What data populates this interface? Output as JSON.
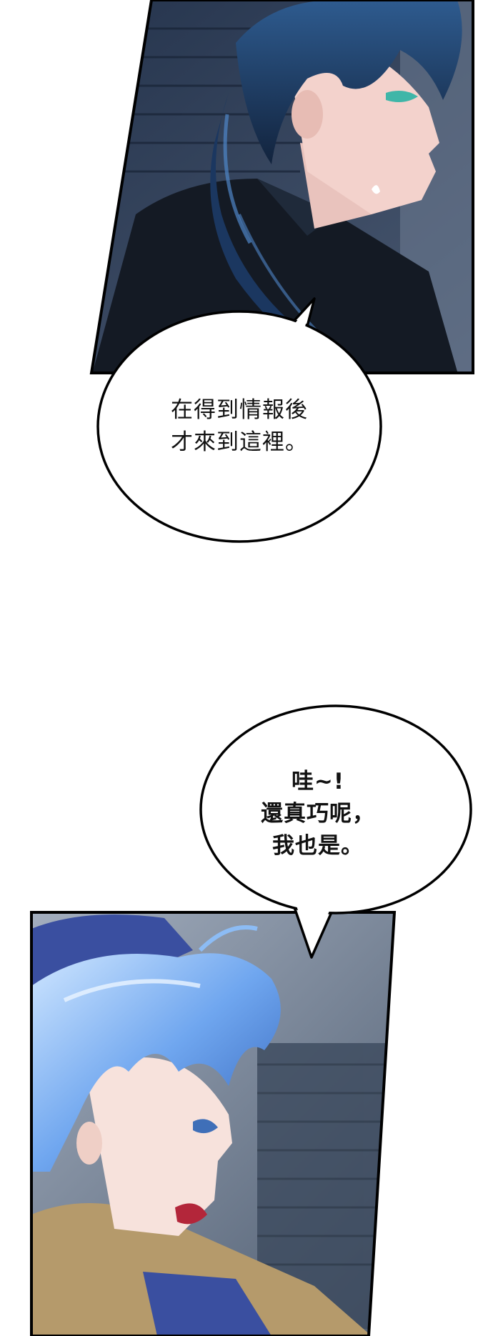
{
  "panels": {
    "top": {
      "character": "long-haired-swordsman",
      "palette": {
        "hair": "#1c3b63",
        "skin": "#f3d2cc",
        "coat": "#141a24",
        "wall": "#2b3a52"
      }
    },
    "bottom": {
      "character": "light-blue-haired-youth",
      "palette": {
        "hair": "#7fb5f2",
        "skin": "#f7e2dc",
        "coat": "#b59a6b",
        "wall": "#3a4a60"
      }
    }
  },
  "bubbles": [
    {
      "lines": [
        "在得到情報後",
        "才來到這裡。"
      ]
    },
    {
      "lines": [
        "哇~!",
        "還真巧呢，",
        "我也是。"
      ]
    }
  ]
}
